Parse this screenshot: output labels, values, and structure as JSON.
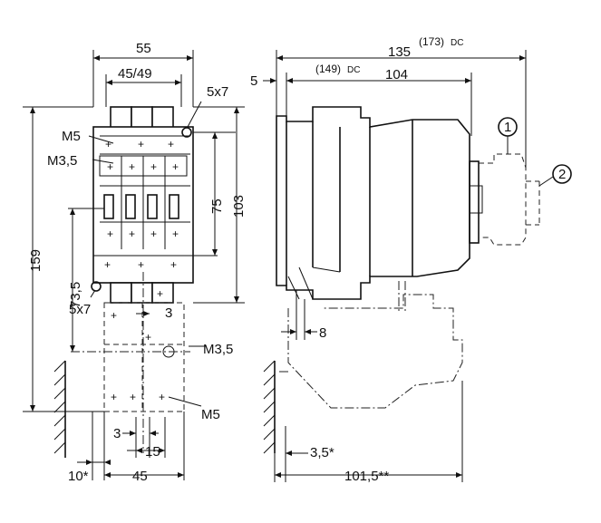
{
  "front_view": {
    "width_total": "55",
    "width_inner": "45/49",
    "slot_top": "5x7",
    "slot_bottom": "5x7",
    "screw_top": "M5",
    "screw_terminal": "M3,5",
    "height_mid": "75",
    "height_total": "103",
    "height_overall": "159",
    "height_lower": "73,5",
    "aux_screw_terminal": "M3,5",
    "aux_screw_bottom": "M5",
    "offset_3_top": "3",
    "offset_3_bottom": "3",
    "dim_15": "15",
    "dim_10": "10*",
    "dim_45": "45"
  },
  "side_view": {
    "dim_5": "5",
    "dim_135": "135",
    "dim_173_dc": "(173)",
    "dc_suffix_1": "DC",
    "dim_149_dc": "(149)",
    "dc_suffix_2": "DC",
    "dim_104": "104",
    "dim_8": "8",
    "dim_3_5": "3,5*",
    "dim_101_5": "101,5**",
    "callout_1": "1",
    "callout_2": "2"
  }
}
